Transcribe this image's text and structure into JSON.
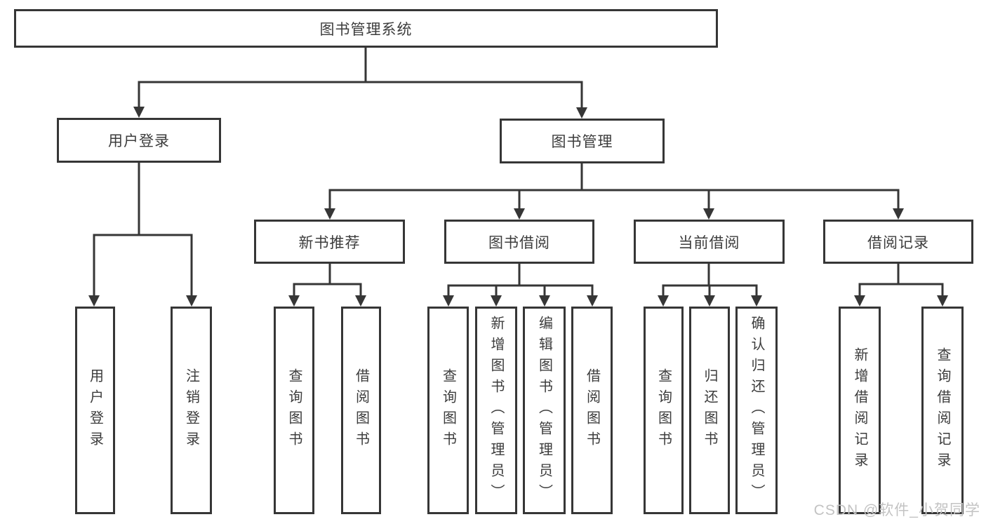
{
  "nodes": {
    "root": {
      "label": "图书管理系统"
    },
    "user_login": {
      "label": "用户登录"
    },
    "book_mgmt": {
      "label": "图书管理"
    },
    "new_book_rec": {
      "label": "新书推荐"
    },
    "book_borrow": {
      "label": "图书借阅"
    },
    "current_borrow": {
      "label": "当前借阅"
    },
    "borrow_records": {
      "label": "借阅记录"
    },
    "leaf_user_login": {
      "label": "用户登录"
    },
    "leaf_logout": {
      "label": "注销登录"
    },
    "leaf_rec_query": {
      "label": "查询图书"
    },
    "leaf_rec_borrow": {
      "label": "借阅图书"
    },
    "leaf_bb_query": {
      "label": "查询图书"
    },
    "leaf_bb_add": {
      "label": "新增图书（管理员）"
    },
    "leaf_bb_edit": {
      "label": "编辑图书（管理员）"
    },
    "leaf_bb_borrow": {
      "label": "借阅图书"
    },
    "leaf_cb_query": {
      "label": "查询图书"
    },
    "leaf_cb_return": {
      "label": "归还图书"
    },
    "leaf_cb_confirm": {
      "label": "确认归还（管理员）"
    },
    "leaf_br_add": {
      "label": "新增借阅记录"
    },
    "leaf_br_query": {
      "label": "查询借阅记录"
    }
  },
  "edges": [
    [
      "图书管理系统",
      "用户登录"
    ],
    [
      "图书管理系统",
      "图书管理"
    ],
    [
      "用户登录",
      "用户登录"
    ],
    [
      "用户登录",
      "注销登录"
    ],
    [
      "图书管理",
      "新书推荐"
    ],
    [
      "图书管理",
      "图书借阅"
    ],
    [
      "图书管理",
      "当前借阅"
    ],
    [
      "图书管理",
      "借阅记录"
    ],
    [
      "新书推荐",
      "查询图书"
    ],
    [
      "新书推荐",
      "借阅图书"
    ],
    [
      "图书借阅",
      "查询图书"
    ],
    [
      "图书借阅",
      "新增图书（管理员）"
    ],
    [
      "图书借阅",
      "编辑图书（管理员）"
    ],
    [
      "图书借阅",
      "借阅图书"
    ],
    [
      "当前借阅",
      "查询图书"
    ],
    [
      "当前借阅",
      "归还图书"
    ],
    [
      "当前借阅",
      "确认归还（管理员）"
    ],
    [
      "借阅记录",
      "新增借阅记录"
    ],
    [
      "借阅记录",
      "查询借阅记录"
    ]
  ],
  "watermark": {
    "text": "CSDN @软件_小贺同学"
  },
  "colors": {
    "line": "#363636",
    "text": "#3c3c3c",
    "watermark": "#c3c3c3",
    "background": "#ffffff"
  }
}
